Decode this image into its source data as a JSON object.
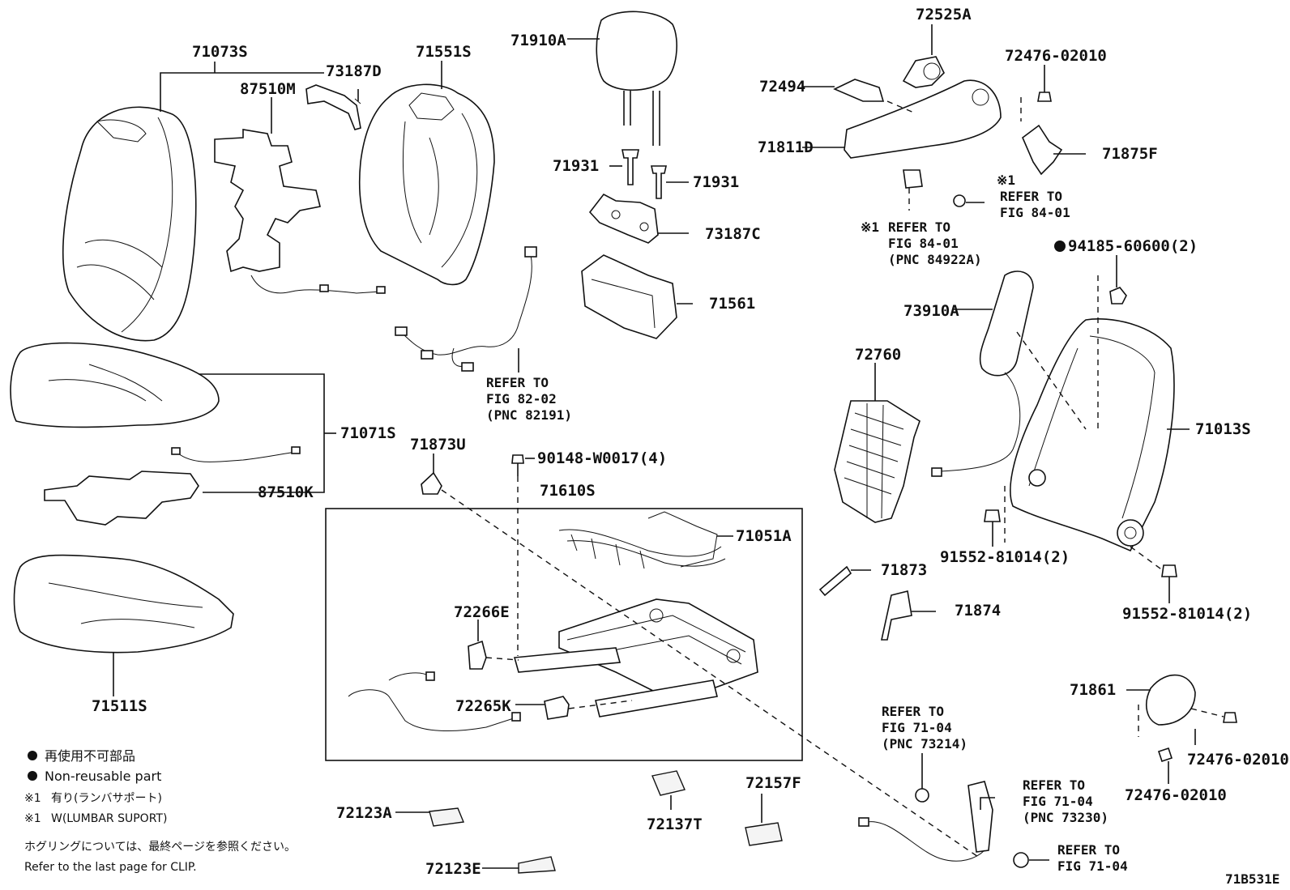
{
  "labels": {
    "p71073S": "71073S",
    "p87510M": "87510M",
    "p73187D": "73187D",
    "p71551S": "71551S",
    "p71910A": "71910A",
    "p71931a": "71931",
    "p71931b": "71931",
    "p73187C": "73187C",
    "p71561": "71561",
    "p72525A": "72525A",
    "p72476a": "72476-02010",
    "p72494": "72494",
    "p71811D": "71811D",
    "p71875F": "71875F",
    "p94185": "94185-60600(2)",
    "p73910A": "73910A",
    "p72760": "72760",
    "p71013S": "71013S",
    "p71071S": "71071S",
    "p71873U": "71873U",
    "p90148": "90148-W0017(4)",
    "p71610S": "71610S",
    "p71051A": "71051A",
    "p87510K": "87510K",
    "p71873": "71873",
    "p91552a": "91552-81014(2)",
    "p71874": "71874",
    "p91552b": "91552-81014(2)",
    "p72266E": "72266E",
    "p72265K": "72265K",
    "p71511S": "71511S",
    "p71861": "71861",
    "p72476b": "72476-02010",
    "p72476c": "72476-02010",
    "p72157F": "72157F",
    "p72137T": "72137T",
    "p72123A": "72123A",
    "p72123E": "72123E"
  },
  "refs": {
    "r8202": [
      "REFER TO",
      "FIG 82-02",
      "(PNC 82191)"
    ],
    "r8401a_mark": "※1",
    "r8401a": [
      "REFER TO",
      "FIG 84-01"
    ],
    "r8401b_mark": "※1",
    "r8401b": [
      "REFER TO",
      "FIG 84-01",
      "(PNC 84922A)"
    ],
    "r7104a": [
      "REFER TO",
      "FIG 71-04",
      "(PNC 73214)"
    ],
    "r7104b": [
      "REFER TO",
      "FIG 71-04",
      "(PNC 73230)"
    ],
    "r7104c": [
      "REFER TO",
      "FIG 71-04"
    ]
  },
  "legend": {
    "jp_nonreusable": "再使用不可部品",
    "en_nonreusable": "Non-reusable part",
    "mark": "※1",
    "jp_lumbar": "有り(ランバサポート)",
    "en_lumbar": "W(LUMBAR SUPORT)",
    "jp_clip": "ホグリングについては、最終ページを参照ください。",
    "en_clip": "Refer to the last page for CLIP."
  },
  "figure_code": "71B531E"
}
